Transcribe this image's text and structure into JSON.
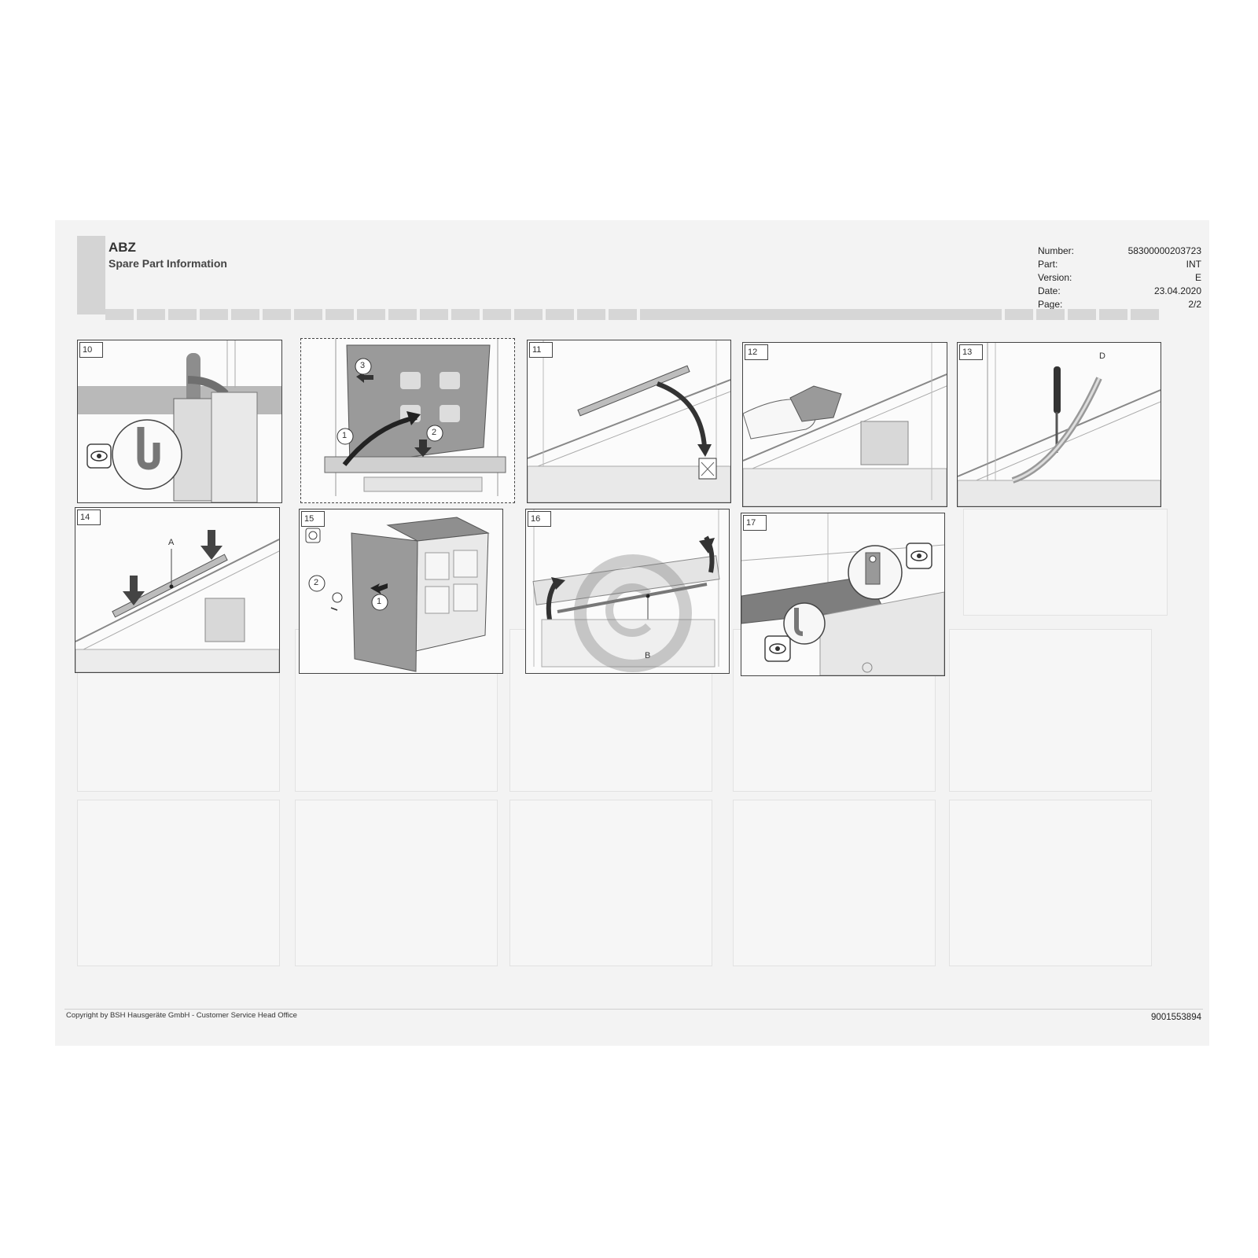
{
  "header": {
    "brand": "ABZ",
    "subtitle": "Spare Part Information"
  },
  "meta": [
    {
      "label": "Number:",
      "value": "58300000203723"
    },
    {
      "label": "Part:",
      "value": "INT"
    },
    {
      "label": "Version:",
      "value": "E"
    },
    {
      "label": "Date:",
      "value": "23.04.2020"
    },
    {
      "label": "Page:",
      "value": "2/2"
    }
  ],
  "steps": {
    "s10": "10",
    "s11": "11",
    "s12": "12",
    "s13": "13",
    "s14": "14",
    "s15": "15",
    "s16": "16",
    "s17": "17"
  },
  "callouts": {
    "one": "1",
    "two": "2",
    "three": "3",
    "A": "A",
    "B": "B",
    "D": "D"
  },
  "footer": {
    "copyright": "Copyright by BSH Hausgeräte GmbH - Customer Service Head Office",
    "doc_number": "9001553894"
  },
  "icons": [
    "eye-icon",
    "trash-bin-icon",
    "screwdriver-icon",
    "arrow-icon",
    "screw-icon",
    "gear-icon"
  ]
}
